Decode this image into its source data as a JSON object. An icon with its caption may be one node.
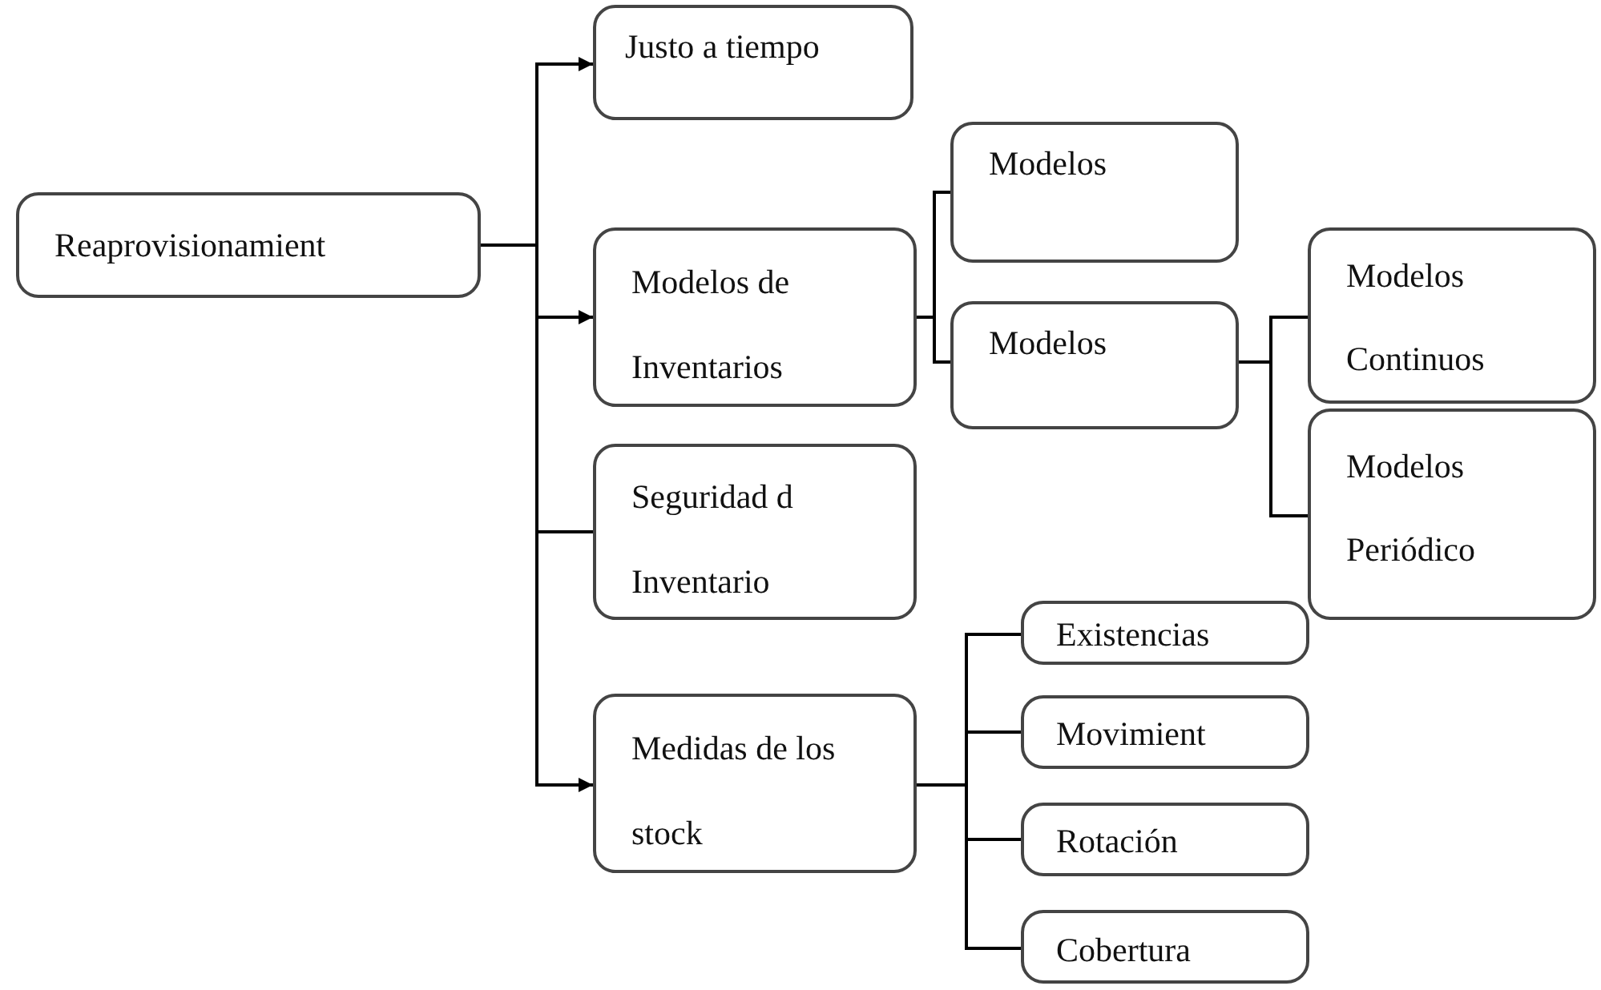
{
  "diagram": {
    "nodes": [
      {
        "text": [
          "Reaprovisionamient"
        ]
      },
      {
        "text": [
          "Justo a tiempo"
        ]
      },
      {
        "text": [
          "Modelos de Inventarios"
        ]
      },
      {
        "text": [
          "Seguridad d Inventario"
        ]
      },
      {
        "text": [
          "Medidas de los stock"
        ]
      },
      {
        "text": [
          "Modelos"
        ]
      },
      {
        "text": [
          "Modelos"
        ]
      },
      {
        "text": [
          "Modelos Continuos"
        ]
      },
      {
        "text": [
          "Modelos Periódico"
        ]
      },
      {
        "text": [
          "Existencias"
        ]
      },
      {
        "text": [
          "Movimient"
        ]
      },
      {
        "text": [
          "Rotación"
        ]
      },
      {
        "text": [
          "Cobertura"
        ]
      }
    ],
    "edges": [
      {
        "from": 0,
        "to": 1,
        "arrow": "to"
      },
      {
        "from": 0,
        "to": 2,
        "arrow": "to"
      },
      {
        "from": 0,
        "to": 3,
        "arrow": "none"
      },
      {
        "from": 0,
        "to": 4,
        "arrow": "to"
      },
      {
        "from": 2,
        "to": 5,
        "arrow": "none"
      },
      {
        "from": 2,
        "to": 6,
        "arrow": "none"
      },
      {
        "from": 6,
        "to": 7,
        "arrow": "none"
      },
      {
        "from": 6,
        "to": 8,
        "arrow": "none"
      },
      {
        "from": 4,
        "to": 9,
        "arrow": "none"
      },
      {
        "from": 4,
        "to": 10,
        "arrow": "none"
      },
      {
        "from": 4,
        "to": 11,
        "arrow": "none"
      },
      {
        "from": 4,
        "to": 12,
        "arrow": "none"
      }
    ]
  }
}
